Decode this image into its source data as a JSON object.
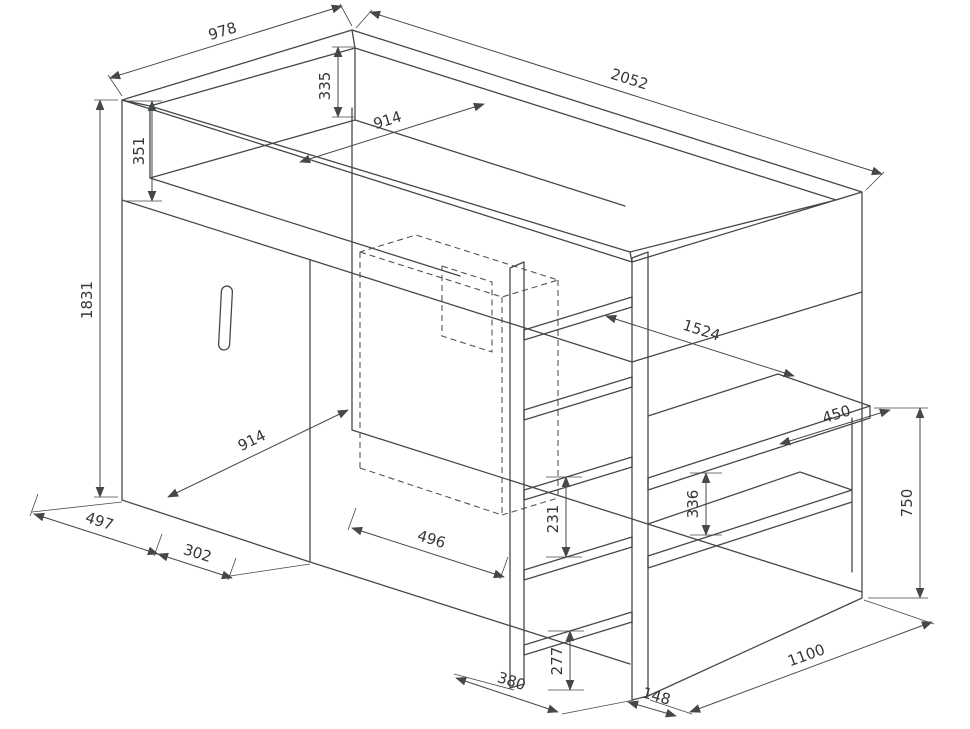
{
  "colors": {
    "line": "#45484a",
    "label": "#34373a",
    "background": "#ffffff"
  },
  "dimensions": {
    "top_width": "978",
    "top_length": "2052",
    "rail_depth": "335",
    "bed_inner_width": "914",
    "rail_height": "351",
    "overall_height": "1831",
    "underbed_length": "1524",
    "desk_shelf_depth": "450",
    "shelf_gap": "336",
    "desk_height": "750",
    "step_gap": "231",
    "bottom_step_height": "277",
    "wardrobe_depth": "497",
    "wardrobe_section": "302",
    "wardrobe_width": "496",
    "floor_clearance_width": "914",
    "ladder_width": "380",
    "ladder_depth": "148",
    "floor_depth": "1100"
  }
}
